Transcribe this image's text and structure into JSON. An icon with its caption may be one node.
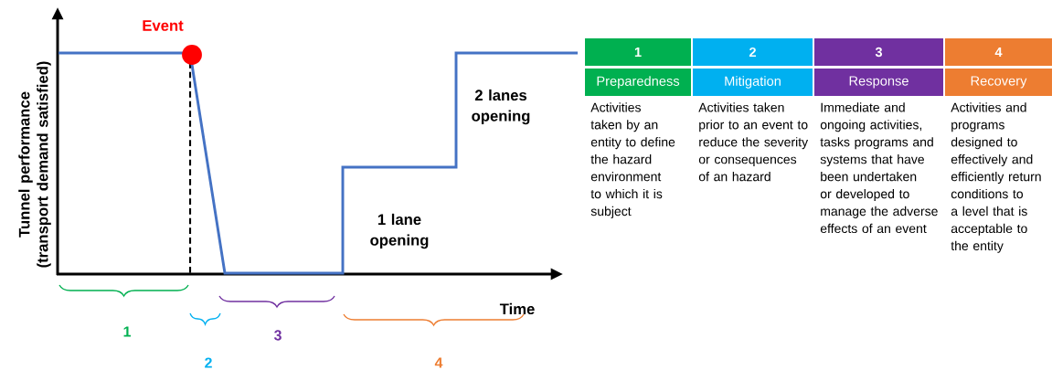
{
  "diagram": {
    "nodes": [
      {
        "text": [
          "1"
        ]
      },
      {
        "text": [
          "2"
        ]
      },
      {
        "text": [
          "3"
        ]
      },
      {
        "text": [
          "4"
        ]
      },
      {
        "text": [
          "Preparedness"
        ],
        "beside": [
          "Activities taken by an entity to define the hazard environment to which it is subject"
        ]
      },
      {
        "text": [
          "Mitigation"
        ],
        "beside": [
          "Activities taken prior to an event to reduce the severity or consequences of an hazard"
        ]
      },
      {
        "text": [
          "Response"
        ],
        "beside": [
          "Immediate and ongoing activities, tasks programs and systems that have been undertaken or developed to manage the adverse effects of an event"
        ]
      },
      {
        "text": [
          "Recovery"
        ],
        "beside": [
          "Activities and programs designed to effectively and efficiently return conditions to a level that is acceptable to the entity"
        ]
      }
    ],
    "labels": [
      "Event",
      "Tunnel performance (transport demand satisfied)",
      "2 lanes opening",
      "1 lane opening",
      "Time",
      "1",
      "3",
      "2",
      "4"
    ]
  }
}
